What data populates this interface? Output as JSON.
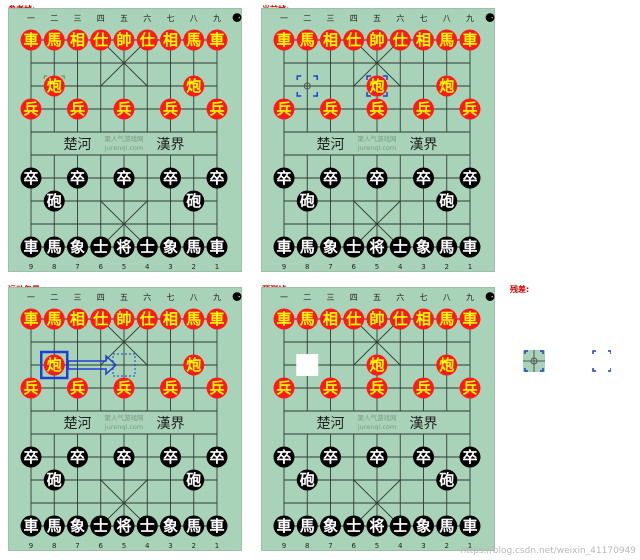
{
  "labels": {
    "reference": "参考帧:",
    "current": "当前帧:",
    "motion": "运动矢量:",
    "predicted": "预测帧:",
    "residual": "残差:"
  },
  "board": {
    "top_numbers": [
      "一",
      "二",
      "三",
      "四",
      "五",
      "六",
      "七",
      "八",
      "九"
    ],
    "bottom_numbers": [
      "9",
      "8",
      "7",
      "6",
      "5",
      "4",
      "3",
      "2",
      "1"
    ],
    "river_left": "楚河",
    "river_right": "漢界",
    "river_small1": "聚人气游戏网",
    "river_small2": "jurenqi.com",
    "red_back": [
      "車",
      "馬",
      "相",
      "仕",
      "帥",
      "仕",
      "相",
      "馬",
      "車"
    ],
    "black_back": [
      "車",
      "馬",
      "象",
      "士",
      "将",
      "士",
      "象",
      "馬",
      "車"
    ],
    "red_cannon": "炮",
    "red_soldier": "兵",
    "black_cannon": "砲",
    "black_soldier": "卒",
    "corner_glyph": "⚈"
  },
  "watermark": "https://blog.csdn.net/weixin_41170949",
  "colors": {
    "board": "#a9d3b8",
    "red_piece": "#ff1a1a",
    "red_text": "#ffff00",
    "black_piece": "#000000",
    "black_text": "#ffffff",
    "highlight": "#1f3fd1",
    "label": "#d40000"
  }
}
